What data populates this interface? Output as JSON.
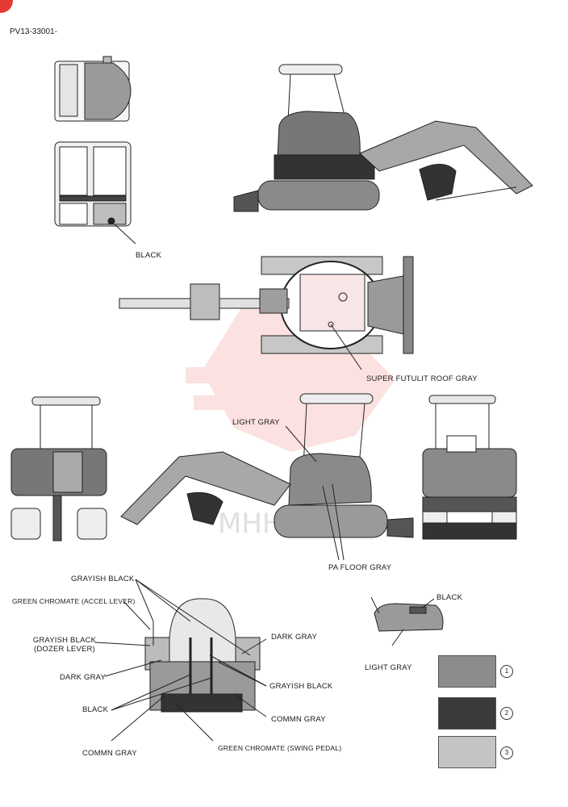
{
  "doc_code": "PV13-33001-",
  "labels": {
    "black_cab": "BLACK",
    "super_futulit": "SUPER FUTULIT ROOF GRAY",
    "light_gray_top": "LIGHT GRAY",
    "pa_floor_gray": "PA  FLOOR  GRAY",
    "grayish_black_top": "GRAYISH BLACK",
    "green_chromate_accel": "GREEN CHROMATE (ACCEL LEVER)",
    "grayish_black_dozer_1": "GRAYISH BLACK",
    "grayish_black_dozer_2": "(DOZER LEVER)",
    "dark_gray_left": "DARK GRAY",
    "black_left": "BLACK",
    "commn_gray_left": "COMMN  GRAY",
    "dark_gray_right": "DARK GRAY",
    "grayish_black_right": "GRAYISH BLACK",
    "commn_gray_right": "COMMN  GRAY",
    "green_chromate_swing": "GREEN CHROMATE  (SWING PEDAL)",
    "black_panel": "BLACK",
    "light_gray_panel": "LIGHT GRAY"
  },
  "swatches": [
    {
      "num": "1",
      "color": "#8c8c8c"
    },
    {
      "num": "2",
      "color": "#3a3a3a"
    },
    {
      "num": "3",
      "color": "#c4c4c4"
    }
  ],
  "accent": "#e53935"
}
